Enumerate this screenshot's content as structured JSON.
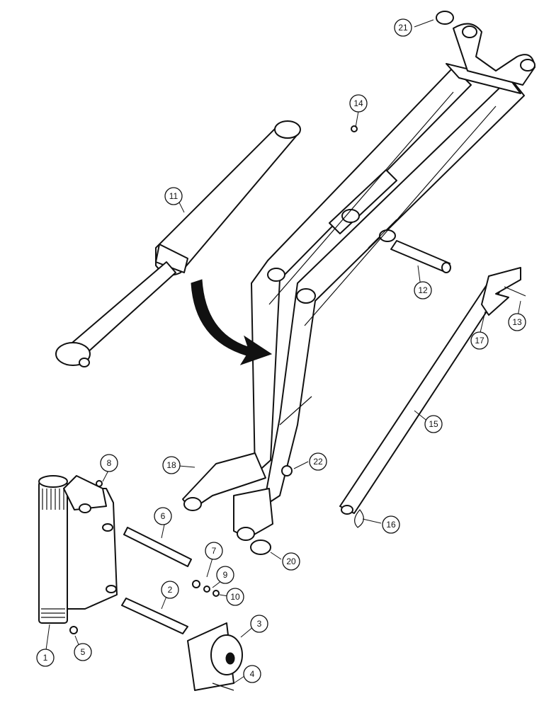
{
  "callouts": [
    {
      "id": "1",
      "label": "1"
    },
    {
      "id": "2",
      "label": "2"
    },
    {
      "id": "3",
      "label": "3"
    },
    {
      "id": "4",
      "label": "4"
    },
    {
      "id": "5",
      "label": "5"
    },
    {
      "id": "6",
      "label": "6"
    },
    {
      "id": "7",
      "label": "7"
    },
    {
      "id": "8",
      "label": "8"
    },
    {
      "id": "9",
      "label": "9"
    },
    {
      "id": "10",
      "label": "10"
    },
    {
      "id": "11",
      "label": "11"
    },
    {
      "id": "12",
      "label": "12"
    },
    {
      "id": "13",
      "label": "13"
    },
    {
      "id": "14",
      "label": "14"
    },
    {
      "id": "15",
      "label": "15"
    },
    {
      "id": "16",
      "label": "16"
    },
    {
      "id": "17",
      "label": "17"
    },
    {
      "id": "18",
      "label": "18"
    },
    {
      "id": "20",
      "label": "20"
    },
    {
      "id": "21",
      "label": "21"
    },
    {
      "id": "22",
      "label": "22"
    }
  ],
  "colors": {
    "line": "#111111",
    "background": "#ffffff"
  }
}
